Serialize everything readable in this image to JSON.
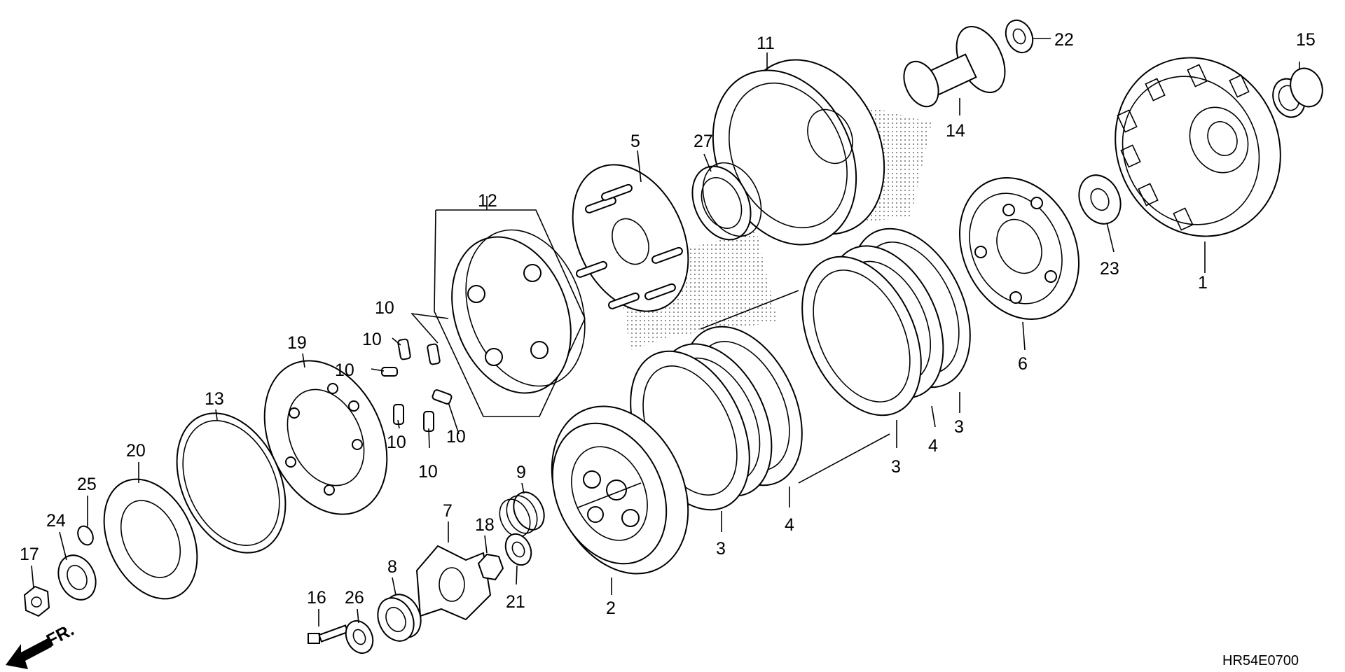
{
  "diagram_code": "HR54E0700",
  "direction_label": "FR.",
  "callouts": {
    "p1": "1",
    "p2": "2",
    "p3a": "3",
    "p3b": "3",
    "p3c": "3",
    "p4a": "4",
    "p4b": "4",
    "p5": "5",
    "p6": "6",
    "p7": "7",
    "p8": "8",
    "p9": "9",
    "p10a": "10",
    "p10b": "10",
    "p10c": "10",
    "p10d": "10",
    "p10e": "10",
    "p10f": "10",
    "p11": "11",
    "p12": "12",
    "p13": "13",
    "p14": "14",
    "p15": "15",
    "p16": "16",
    "p17": "17",
    "p18": "18",
    "p19": "19",
    "p20": "20",
    "p21": "21",
    "p22": "22",
    "p23": "23",
    "p24": "24",
    "p25": "25",
    "p26": "26",
    "p27": "27"
  },
  "colors": {
    "line": "#000000",
    "background": "#ffffff"
  }
}
